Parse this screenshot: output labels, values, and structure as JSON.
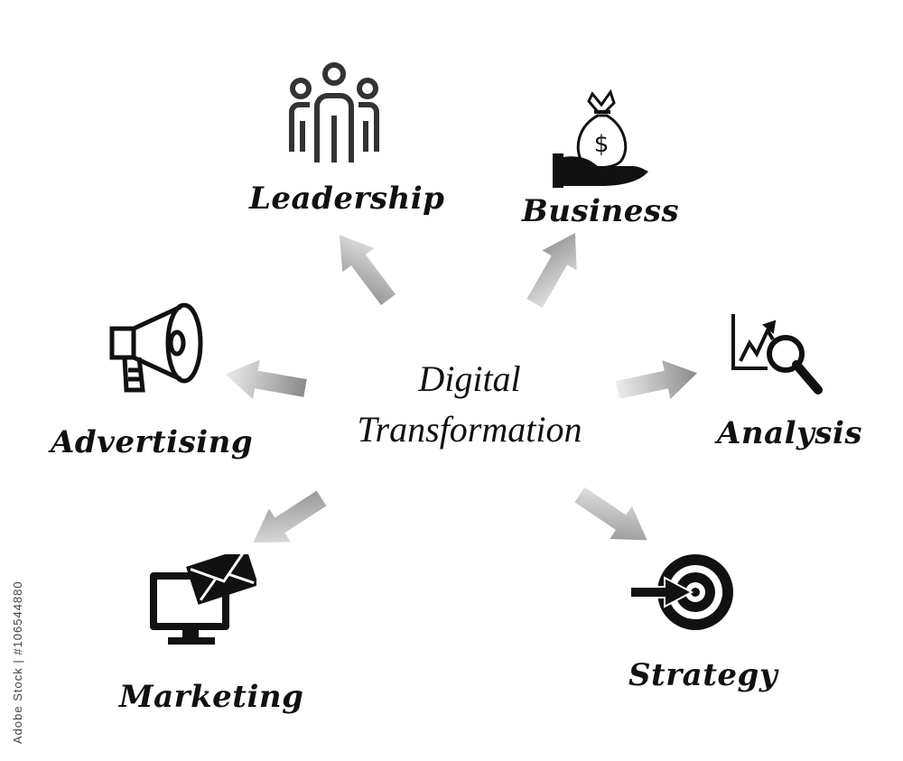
{
  "center": {
    "line1": "Digital",
    "line2": "Transformation"
  },
  "nodes": {
    "leadership": "Leadership",
    "business": "Business",
    "advertising": "Advertising",
    "analysis": "Analysis",
    "marketing": "Marketing",
    "strategy": "Strategy"
  },
  "icons": {
    "leadership": "people-group-icon",
    "business": "money-bag-hand-icon",
    "advertising": "megaphone-icon",
    "analysis": "chart-magnifier-icon",
    "marketing": "monitor-mail-icon",
    "strategy": "target-arrow-icon"
  },
  "colors": {
    "text": "#111111",
    "arrow_dark": "#8a8a8a",
    "arrow_light": "#e4e4e4"
  },
  "watermark": "Adobe Stock | #106544880"
}
